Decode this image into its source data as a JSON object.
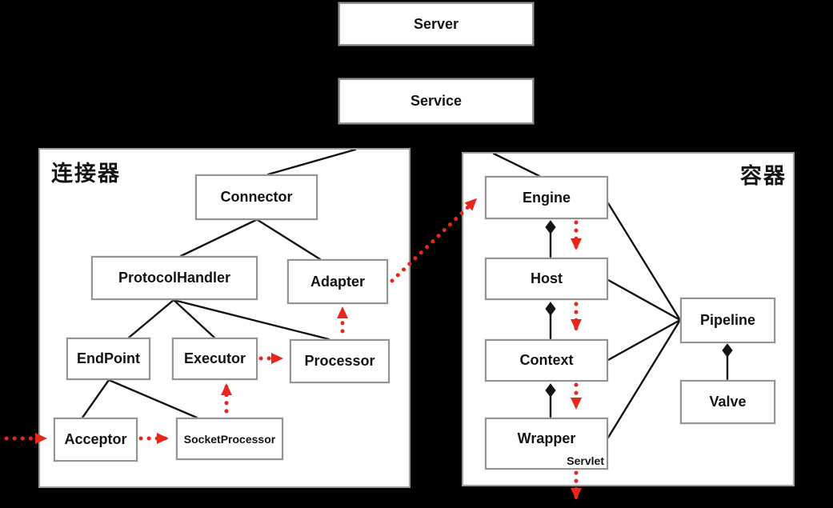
{
  "colors": {
    "red": "#e8261a",
    "line_black": "#141414",
    "box_border": "#949494",
    "panel_bg": "#ffffff",
    "canvas_bg": "#000000"
  },
  "top": {
    "server": "Server",
    "service": "Service"
  },
  "left_panel": {
    "title": "连接器",
    "nodes": {
      "connector": "Connector",
      "protocol_handler": "ProtocolHandler",
      "adapter": "Adapter",
      "endpoint": "EndPoint",
      "executor": "Executor",
      "processor": "Processor",
      "acceptor": "Acceptor",
      "socket_processor": "SocketProcessor"
    }
  },
  "right_panel": {
    "title": "容器",
    "nodes": {
      "engine": "Engine",
      "host": "Host",
      "context": "Context",
      "wrapper": "Wrapper",
      "servlet": "Servlet",
      "pipeline": "Pipeline",
      "valve": "Valve"
    }
  }
}
